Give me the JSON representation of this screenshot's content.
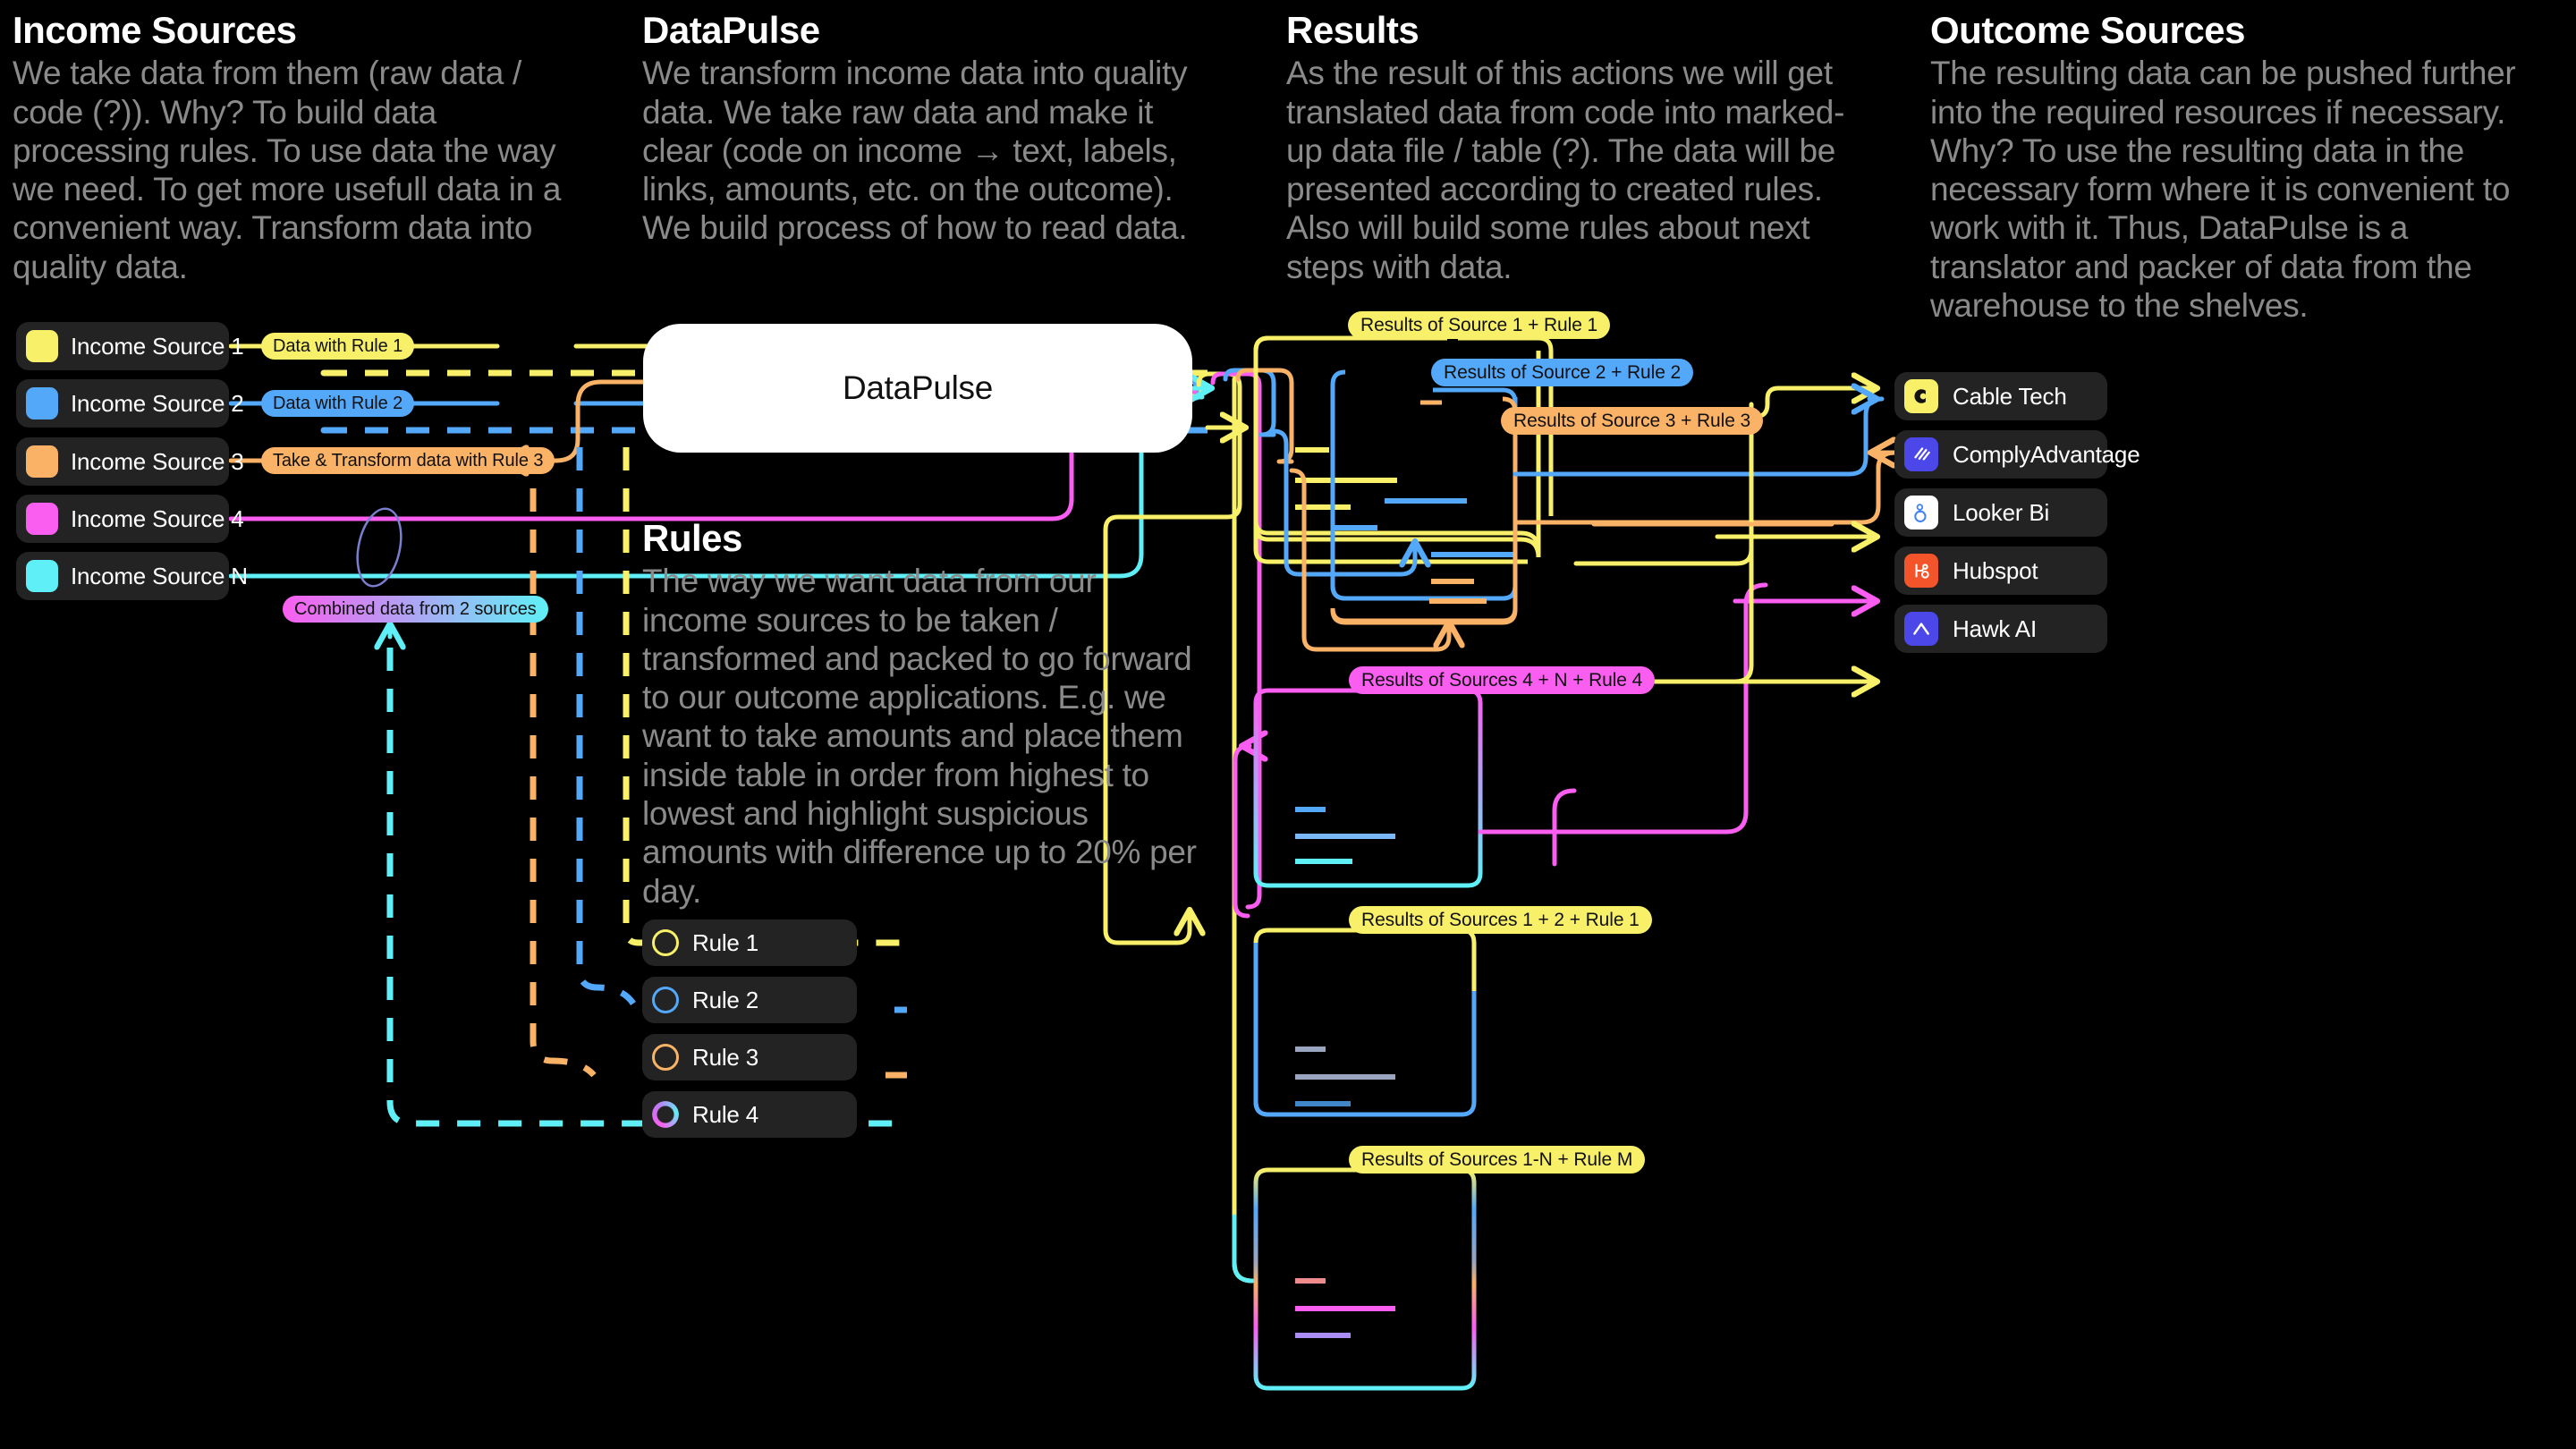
{
  "columns": [
    {
      "title": "Income Sources",
      "body": "We take data from them (raw data / code (?)). Why? To build data processing rules. To use data the way we need. To get more usefull data in a convenient way. Transform  data into quality data."
    },
    {
      "title": "DataPulse",
      "body": "We transform income data into quality data. We take raw data and make it clear (code on income → text, labels, links, amounts, etc. on the outcome). We build process of how to read data."
    },
    {
      "title": "Results",
      "body": "As the result of this actions we will get translated data from code into marked-up data file / table (?). The data will be presented according to created rules. Also will build some rules about next steps with data."
    },
    {
      "title": "Outcome Sources",
      "body": "The resulting data can be pushed further into the required resources if necessary. Why? To use the resulting data in the necessary form where it is convenient to work with it. Thus, DataPulse is a translator and packer of data from the warehouse to the shelves."
    }
  ],
  "hub": {
    "label": "DataPulse"
  },
  "rules_section": {
    "title": "Rules",
    "body": "The way we want data from our income sources to be taken / transformed and packed to go forward to our outcome applications. E.g. we want to take amounts and place them inside table in order from highest to lowest and highlight suspicious amounts with difference up to 20% per day."
  },
  "income_sources": [
    {
      "label": "Income Source 1",
      "color": "#f8f068"
    },
    {
      "label": "Income Source 2",
      "color": "#54a8f9"
    },
    {
      "label": "Income Source 3",
      "color": "#f9b266"
    },
    {
      "label": "Income Source 4",
      "color": "#f95ef0"
    },
    {
      "label": "Income Source N",
      "color": "#5ff0f7"
    }
  ],
  "rules": [
    {
      "label": "Rule 1",
      "color": "#f8f068"
    },
    {
      "label": "Rule 2",
      "color": "#54a8f9"
    },
    {
      "label": "Rule 3",
      "color": "#f9b266"
    },
    {
      "label": "Rule 4",
      "color": "#f95ef0"
    }
  ],
  "wire_labels": [
    {
      "text": "Data with Rule 1",
      "color": "#f8f068"
    },
    {
      "text": "Data with Rule 2",
      "color": "#54a8f9"
    },
    {
      "text": "Take & Transform data with Rule 3",
      "color": "#f9b266"
    },
    {
      "text": "Combined data from 2 sources",
      "color": "gradient-magenta-cyan"
    }
  ],
  "result_cards": [
    {
      "label": "Results of Source 1 + Rule 1",
      "color": "#f8f068"
    },
    {
      "label": "Results of Source 2 + Rule 2",
      "color": "#54a8f9"
    },
    {
      "label": "Results of Source 3 + Rule 3",
      "color": "#f9b266"
    },
    {
      "label": "Results of Sources 4 + N + Rule 4",
      "color": "#f95ef0"
    },
    {
      "label": "Results of Sources 1 + 2 + Rule 1",
      "color": "#f8f068"
    },
    {
      "label": "Results of Sources 1-N + Rule M",
      "color": "#f8f068"
    }
  ],
  "outcome_sources": [
    {
      "label": "Cable Tech",
      "icon": "cable-tech-logo",
      "bg": "#f8f068",
      "fg": "#111111"
    },
    {
      "label": "ComplyAdvantage",
      "icon": "complyadvantage-logo",
      "bg": "#4b47e8",
      "fg": "#ffffff"
    },
    {
      "label": "Looker Bi",
      "icon": "looker-logo",
      "bg": "#ffffff",
      "fg": "#4285f4"
    },
    {
      "label": "Hubspot",
      "icon": "hubspot-logo",
      "bg": "#f4542a",
      "fg": "#ffffff"
    },
    {
      "label": "Hawk AI",
      "icon": "hawk-ai-logo",
      "bg": "#4b47e8",
      "fg": "#ffffff"
    }
  ],
  "palette": {
    "yellow": "#f8f068",
    "blue": "#54a8f9",
    "orange": "#f9b266",
    "magenta": "#f95ef0",
    "cyan": "#5ff0f7",
    "background": "#000000",
    "chip_bg": "#232323",
    "body_text": "#8a8a8a"
  }
}
